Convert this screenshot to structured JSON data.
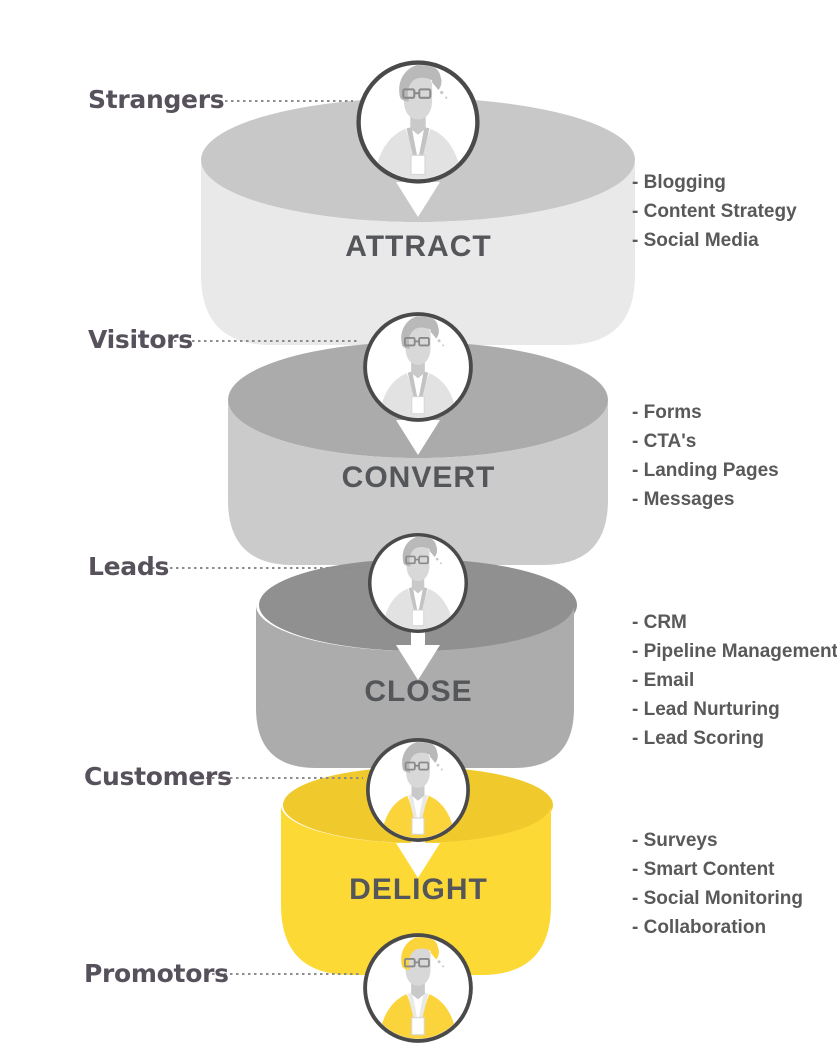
{
  "diagram": {
    "audiences": [
      {
        "label": "Strangers"
      },
      {
        "label": "Visitors"
      },
      {
        "label": "Leads"
      },
      {
        "label": "Customers"
      },
      {
        "label": "Promotors"
      }
    ],
    "stages": [
      {
        "label": "ATTRACT",
        "items": [
          "- Blogging",
          "- Content Strategy",
          "- Social Media"
        ],
        "body_color": "#E9E9E9",
        "top_color": "#C8C8C8"
      },
      {
        "label": "CONVERT",
        "items": [
          "- Forms",
          "- CTA's",
          "- Landing Pages",
          "- Messages"
        ],
        "body_color": "#CBCBCB",
        "top_color": "#ABABAB"
      },
      {
        "label": "CLOSE",
        "items": [
          "- CRM",
          "- Pipeline Management",
          "- Email",
          "- Lead Nurturing",
          "- Lead Scoring"
        ],
        "body_color": "#ACACAC",
        "top_color": "#909090"
      },
      {
        "label": "DELIGHT",
        "items": [
          "- Surveys",
          "- Smart Content",
          "- Social Monitoring",
          "- Collaboration"
        ],
        "body_color": "#FDD935",
        "top_color": "#F0CA2C"
      }
    ],
    "colors": {
      "audience_label": "#57515C",
      "stage_label": "#55565A",
      "list_text": "#595959",
      "leader_line": "#8C8C8C",
      "avatar_outline": "#4A4A4A",
      "arrow": "#FFFFFF",
      "delight_yellow": "#FDD935"
    },
    "icons": [
      {
        "name": "avatar-strangers-icon",
        "variant": "gray-person-with-glasses"
      },
      {
        "name": "avatar-visitors-icon",
        "variant": "gray-person-with-glasses"
      },
      {
        "name": "avatar-leads-icon",
        "variant": "gray-person-with-glasses"
      },
      {
        "name": "avatar-customers-icon",
        "variant": "person-yellow-jacket"
      },
      {
        "name": "avatar-promotors-icon",
        "variant": "person-yellow-hair-and-jacket"
      }
    ]
  }
}
